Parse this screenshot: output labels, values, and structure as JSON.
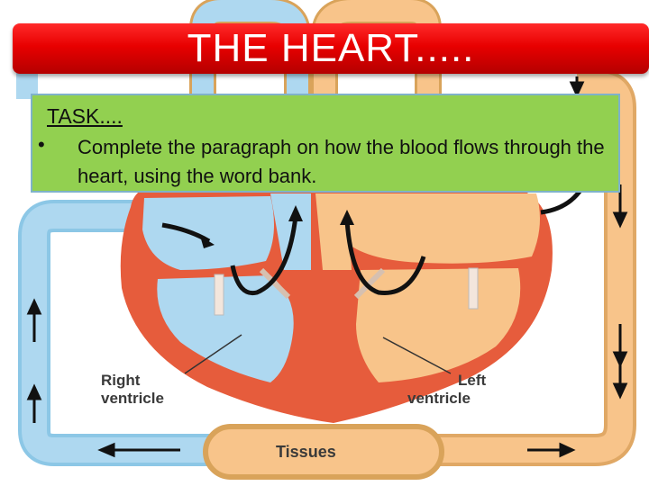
{
  "slide": {
    "title": "THE HEART.....",
    "task": {
      "heading": "TASK....",
      "bullet": "•",
      "text": "Complete the paragraph on how the blood flows through the heart, using the word bank."
    }
  },
  "diagram": {
    "labels": {
      "right_ventricle_line1": "Right",
      "right_ventricle_line2": "ventricle",
      "left_ventricle_line1": "Left",
      "left_ventricle_line2": "ventricle",
      "tissues": "Tissues"
    }
  },
  "colors": {
    "title_bar": "#e80000",
    "task_box": "#92d050",
    "deoxygenated_blood": "#aed8f0",
    "oxygenated_blood": "#f8c48a",
    "heart_muscle": "#e65c3c"
  }
}
